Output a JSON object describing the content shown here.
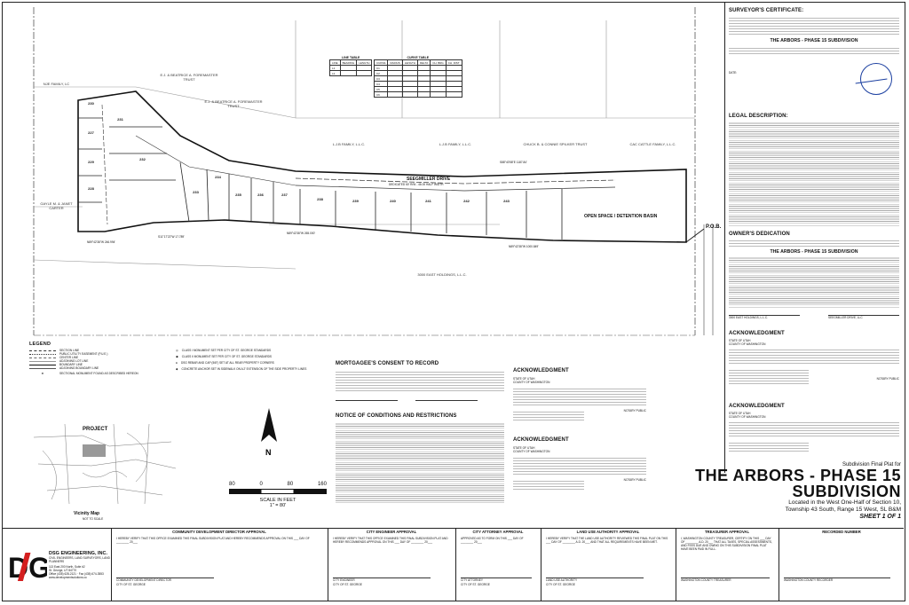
{
  "title_block": {
    "subtitle": "Subdivision Final Plat for",
    "title_line1": "THE ARBORS - PHASE 15",
    "title_line2": "SUBDIVISION",
    "location1": "Located in the West One-Half of Section 10,",
    "location2": "Township 43 South, Range 15 West, SL B&M",
    "sheet": "SHEET 1 OF 1"
  },
  "company": {
    "logo": "DG",
    "name": "DSG ENGINEERING, INC.",
    "tagline": "CIVIL ENGINEERS, LAND SURVEYORS, LAND PLANNERS",
    "address1": "113 East 200 North, Suite #2",
    "address2": "St. George, UT 84770",
    "phone": "Office (435) 628-2121 · Fax (435) 674-3553",
    "web": "www.developmentsolutions.co"
  },
  "approvals": [
    {
      "title": "COMMUNITY DEVELOPMENT DIRECTOR APPROVAL",
      "body": "I HEREBY VERIFY THAT THIS OFFICE EXAMINED THIS FINAL SUBDIVISION PLAT AND HEREBY RECOMMENDS APPROVAL ON THIS ___ DAY OF ________ 20___",
      "sig1": "COMMUNITY DEVELOPMENT DIRECTOR",
      "sig2": "CITY OF ST. GEORGE"
    },
    {
      "title": "CITY ENGINEER APPROVAL",
      "body": "I HEREBY VERIFY THAT THIS OFFICE EXAMINED THIS FINAL SUBDIVISION PLAT AND HEREBY RECOMMENDS APPROVAL ON THIS ___ DAY OF ________ 20___",
      "sig1": "CITY ENGINEER",
      "sig2": "CITY OF ST. GEORGE"
    },
    {
      "title": "CITY ATTORNEY APPROVAL",
      "body": "APPROVED AS TO FORM ON THIS ___ DAY OF ________ 20___",
      "sig1": "CITY ATTORNEY",
      "sig2": "CITY OF ST. GEORGE"
    },
    {
      "title": "LAND USE AUTHORITY APPROVAL",
      "body": "I HEREBY VERIFY THAT THE LAND USE AUTHORITY REVIEWED THIS FINAL PLAT ON THIS ___ DAY OF ________ A.D. 20___ AND THAT ALL REQUIREMENTS HAVE BEEN MET.",
      "sig1": "LAND USE AUTHORITY",
      "sig2": "CITY OF ST. GEORGE"
    },
    {
      "title": "TREASURER APPROVAL",
      "body": "I, WASHINGTON COUNTY TREASURER, CERTIFY ON THIS ___ DAY OF ________ A.D. 20___ THAT ALL TAXES, SPECIAL ASSESSMENTS, AND FEES DUE AND OWING ON THIS SUBDIVISION FINAL PLAT HAVE BEEN PAID IN FULL.",
      "sig1": "WASHINGTON COUNTY TREASURER",
      "sig2": ""
    },
    {
      "title": "RECORDED NUMBER",
      "body": "",
      "sig1": "WASHINGTON COUNTY RECORDER",
      "sig2": ""
    }
  ],
  "right_panel": {
    "surveyor_title": "SURVEYOR'S CERTIFICATE:",
    "surveyor_banner": "THE ARBORS - PHASE 15 SUBDIVISION",
    "date_label": "DATE:",
    "legal_title": "LEGAL DESCRIPTION:",
    "owners_title": "OWNER'S DEDICATION",
    "owners_banner": "THE ARBORS - PHASE 15 SUBDIVISION",
    "owner_names": [
      "SEEGMILLER DRIVE, LLC",
      "3000 EAST HOLDINGS, L.L.C."
    ],
    "ack_title": "ACKNOWLEDGMENT",
    "ack_state": "STATE OF UTAH",
    "ack_county": "COUNTY OF WASHINGTON",
    "notary_public": "NOTARY PUBLIC"
  },
  "center": {
    "mortgagee_title": "MORTGAGEE'S CONSENT TO RECORD",
    "notice_title": "NOTICE OF CONDITIONS AND RESTRICTIONS",
    "ack_title": "ACKNOWLEDGMENT",
    "ack_state": "STATE OF UTAH",
    "ack_county": "COUNTY OF WASHINGTON",
    "notary": "NOTARY PUBLIC"
  },
  "legend": {
    "title": "LEGEND",
    "items": [
      "SECTION LINE",
      "PUBLIC UTILITY EASEMENT (P.U.E.)",
      "CENTER LINE",
      "ADJOINING LOT LINE",
      "BOUNDARY LINE",
      "ADJOINING BOUNDARY LINE",
      "SECTIONAL MONUMENT FOUND AS DESCRIBED HEREON"
    ],
    "right_items": [
      "CLASS I MONUMENT SET PER CITY OF ST. GEORGE STANDARDS",
      "CLASS II MONUMENT SET PER CITY OF ST. GEORGE STANDARDS",
      "DSG REBAR AND CAP (5/8\") SET AT ALL REAR PROPERTY CORNERS",
      "CONCRETE ANCHOR SET IN SIDEWALK ON A 2' EXTENSION OF THE SIDE PROPERTY LINES"
    ]
  },
  "project": {
    "label": "PROJECT",
    "vicinity": "Vicinity Map",
    "vicinity_sub": "NOT TO SCALE"
  },
  "scale": {
    "ticks": [
      "80",
      "0",
      "80",
      "160"
    ],
    "label": "SCALE IN FEET",
    "ratio": "1\" = 80'"
  },
  "plat": {
    "street": "SEEGMILLER DRIVE",
    "street_sub": "DEDICATED 60' R/W - 46.00 HALF WIDTH",
    "open_space": "OPEN SPACE / DETENTION BASIN",
    "pob": "P.O.B.",
    "lots": [
      "230",
      "231",
      "232",
      "233",
      "234",
      "235",
      "236",
      "237",
      "238",
      "239",
      "240",
      "241",
      "242",
      "243",
      "228",
      "229",
      "227"
    ],
    "owners": [
      "E.J. & BEATRICE A. FOREMASTER TRUST",
      "L.J.B FAMILY, L.L.C.",
      "L.J.B FAMILY, L.L.C.",
      "CHUCK B. & CONNIE SPILKER TRUST",
      "CAC CATTLE FAMILY, L.L.C.",
      "NJE FAMILY, LC",
      "GAYLE M. & JANET CARTER",
      "3000 EAST HOLDINGS, L.L.C."
    ],
    "curve_table": "CURVE TABLE",
    "line_table": "LINE TABLE",
    "bearings": [
      "S88°40'58\"E 1187.84'",
      "N89°42'38\"W 265.000'",
      "N89°42'38\"W 1000.849'",
      "S11°17'22\"W 17.789'",
      "N89°42'38\"W 246.994'"
    ]
  }
}
